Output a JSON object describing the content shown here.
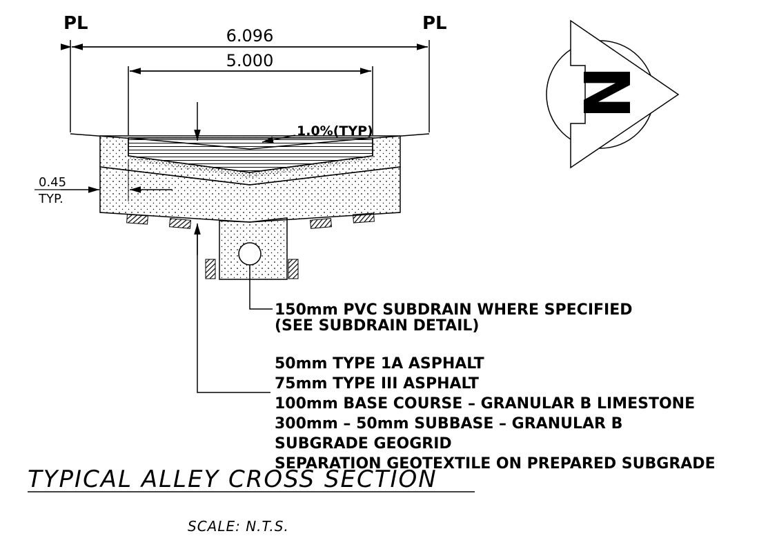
{
  "property_line_label": "PL",
  "dimensions": {
    "overall_width": "6.096",
    "pavement_width": "5.000",
    "slope": "1.0%(TYP)",
    "offset_value": "0.45",
    "offset_note": "TYP."
  },
  "north_arrow_letter": "N",
  "subdrain_note": [
    "150mm PVC SUBDRAIN WHERE SPECIFIED",
    "(SEE SUBDRAIN DETAIL)"
  ],
  "layers": [
    "50mm TYPE 1A ASPHALT",
    "75mm TYPE III ASPHALT",
    "100mm BASE COURSE – GRANULAR B LIMESTONE",
    "300mm – 50mm SUBBASE – GRANULAR B",
    "SUBGRADE GEOGRID",
    "SEPARATION GEOTEXTILE ON PREPARED SUBGRADE"
  ],
  "title": "TYPICAL ALLEY CROSS SECTION",
  "scale": "SCALE: N.T.S.",
  "colors": {
    "ink": "#000000",
    "background": "#ffffff"
  }
}
